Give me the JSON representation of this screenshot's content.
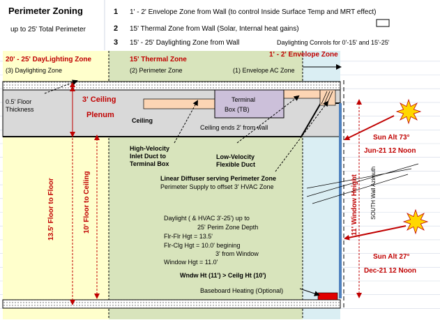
{
  "header": {
    "title": "Perimeter Zoning",
    "subtitle": "up to 25' Total Perimeter",
    "rows": [
      {
        "num": "1",
        "text": "1' - 2'  Envelope Zone from Wall (to control Inside Surface Temp and MRT effect)"
      },
      {
        "num": "2",
        "text": "15' Thermal Zone from Wall (Solar, Internal heat gains)"
      },
      {
        "num": "3",
        "text": "15' - 25' Daylighting Zone from Wall"
      }
    ],
    "daylight_controls": "Daylighting Conrols for 0'-15' and 15'-25'"
  },
  "zones": {
    "daylighting": {
      "title": "20' - 25' DayLighting  Zone",
      "sub": "(3) Daylighting Zone"
    },
    "thermal": {
      "title": "15' Thermal  Zone",
      "sub": "(2) Perimeter Zone"
    },
    "envelope": {
      "title": "1' - 2' Envelope Zone",
      "sub": "(1) Envelope AC Zone"
    }
  },
  "labels": {
    "floor_thickness": "0.5' Floor\nThickness",
    "ceiling_plenum_1": "3' Ceiling",
    "ceiling_plenum_2": "Plenum",
    "terminal_box": "Terminal\nBox (TB)",
    "ceiling": "Ceiling",
    "ceiling_ends": "Ceiling ends 2' from wall",
    "hv_duct": "High-Velocity\nInlet Duct to\nTerminal Box",
    "lv_duct": "Low-Velocity\nFlexible Duct",
    "linear_diffuser": "Linear Diffuser serving Perimeter Zone",
    "perimeter_supply": "Perimeter Supply to offset 3' HVAC Zone",
    "floor_to_floor": "13.5' Floor to Floor",
    "floor_to_ceiling": "10' Floor to Ceiling",
    "window_height": "11' Window Height",
    "south_wall": "SOUTH Wall Azimuth",
    "notes": [
      "Daylight ( & HVAC 3'-25') up to",
      "25' Perim Zone Depth",
      "Flr-Flr Hgt = 13.5'",
      "Flr-Clg Hgt = 10.0' begining",
      "3' from Window",
      "Window Hgt = 11.0'"
    ],
    "wndw_ceil": "Wndw Ht (11') > Ceilg Ht (10')",
    "baseboard": "Baseboard Heating (Optional)"
  },
  "sun": {
    "summer_alt": "Sun Alt 73°",
    "summer_date": "Jun-21  12 Noon",
    "winter_alt": "Sun Alt 27°",
    "winter_date": "Dec-21  12 Noon"
  },
  "colors": {
    "daylight_fill": "#ffffcc",
    "thermal_fill": "#d8e4bc",
    "envelope_fill": "#daeef3",
    "plenum_fill": "#d9d9d9",
    "terminal_box_fill": "#ccc0da",
    "duct_fill": "#fcd5b4",
    "red_text": "#c00000",
    "grid": "#d0d7e5",
    "sun_fill": "#ffd700",
    "heater_fill": "#e00000"
  }
}
